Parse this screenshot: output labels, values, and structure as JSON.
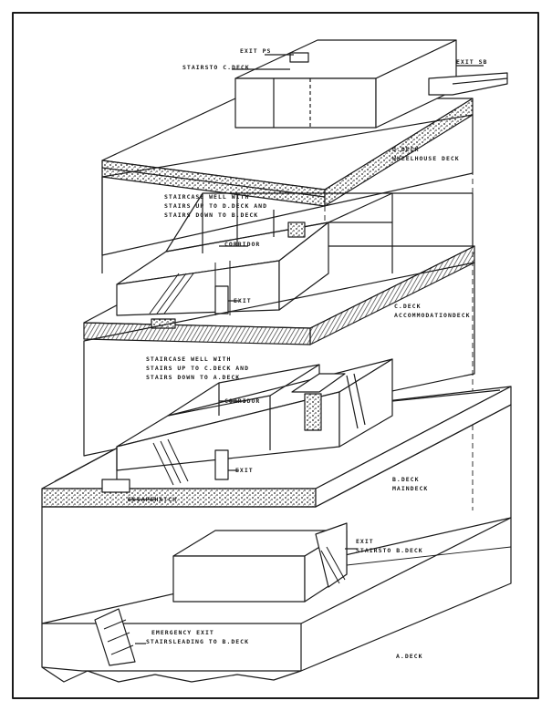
{
  "colors": {
    "ink": "#1a1a1a",
    "paper": "#ffffff",
    "hatch": "#3a3a3a"
  },
  "labels": {
    "exit_ps": "EXIT PS",
    "stairs_to_c_deck": "STAIRSTO C.DECK",
    "exit_sb": "EXIT SB",
    "d_deck": "D.DECK",
    "wheelhouse_deck": "WHEELHOUSE DECK",
    "staircase_c_1": "STAIRCASE WELL WITH",
    "staircase_c_2": "STAIRS UP TO D.DECK AND",
    "staircase_c_3": "STAIRS DOWN TO B.DECK",
    "corridor_c": "CORRIDOR",
    "exit_c": "EXIT",
    "c_deck": "C.DECK",
    "accommodation_deck": "ACCOMMODATIONDECK",
    "staircase_b_1": "STAIRCASE WELL WITH",
    "staircase_b_2": "STAIRS UP TO C.DECK AND",
    "staircase_b_3": "STAIRS DOWN TO A.DECK",
    "corridor_b": "CORRIDOR",
    "exit_b": "EXIT",
    "b_deck": "B.DECK",
    "maindeck": "MAINDECK",
    "escapehatch": "ESCAPEHATCH",
    "exit_a": "EXIT",
    "stairs_to_b_deck": "STAIRSTO B.DECK",
    "emergency_exit_1": "EMERGENCY EXIT",
    "emergency_exit_2": "STAIRSLEADING TO B.DECK",
    "a_deck": "A.DECK"
  }
}
